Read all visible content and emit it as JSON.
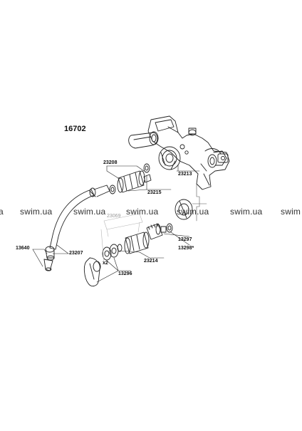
{
  "diagram": {
    "model_number": "16702",
    "watermark": "swim.ua",
    "watermark_partial_left": "a",
    "watermark_partial_right": "swim",
    "part_labels": {
      "p23208": "23208",
      "p23213": "23213",
      "p23215": "23215",
      "p23069": "23069",
      "p13297": "13297",
      "p13298": "13298*",
      "p13640": "13640",
      "p23207": "23207",
      "p23214": "23214",
      "x2": "x2",
      "p13296": "13296"
    }
  }
}
